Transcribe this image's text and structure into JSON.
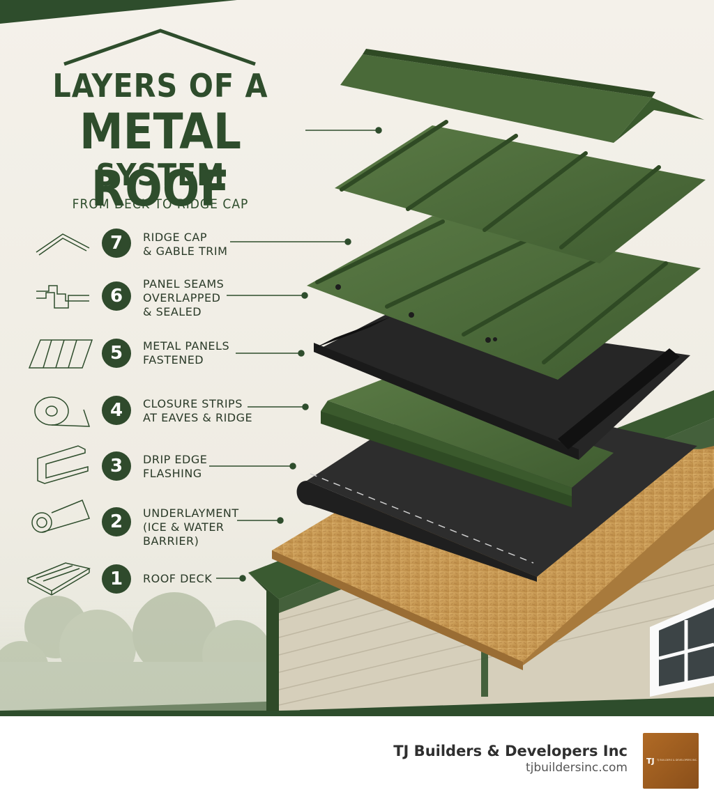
{
  "title": {
    "line1": "LAYERS OF A",
    "line2": "METAL ROOF",
    "line3": "SYSTEM",
    "subtitle": "FROM DECK TO RIDGE CAP"
  },
  "layers": [
    {
      "number": "7",
      "lines": [
        "RIDGE CAP",
        "& GABLE TRIM"
      ],
      "icon": "ridge-cap-icon"
    },
    {
      "number": "6",
      "lines": [
        "PANEL SEAMS",
        "OVERLAPPED",
        "& SEALED"
      ],
      "icon": "panel-seam-icon"
    },
    {
      "number": "5",
      "lines": [
        "METAL PANELS",
        "FASTENED"
      ],
      "icon": "metal-panel-icon"
    },
    {
      "number": "4",
      "lines": [
        "CLOSURE STRIPS",
        "AT EAVES & RIDGE"
      ],
      "icon": "closure-strip-roll-icon"
    },
    {
      "number": "3",
      "lines": [
        "DRIP EDGE",
        "FLASHING"
      ],
      "icon": "drip-edge-icon"
    },
    {
      "number": "2",
      "lines": [
        "UNDERLAYMENT",
        "(ICE & WATER",
        "BARRIER)"
      ],
      "icon": "underlayment-roll-icon"
    },
    {
      "number": "1",
      "lines": [
        "ROOF DECK"
      ],
      "icon": "roof-deck-board-icon"
    }
  ],
  "footer": {
    "company": "TJ Builders & Developers Inc",
    "website": "tjbuildersinc.com",
    "logo_mark": "TJ",
    "logo_text": "TJ BUILDERS & DEVELOPERS INC."
  },
  "colors": {
    "brand_green": "#2e4d2c",
    "panel_green": "#4f6e3b",
    "underlayment": "#2c2c2c",
    "osb": "#c99a55",
    "logo_brown": "#a05f22"
  }
}
